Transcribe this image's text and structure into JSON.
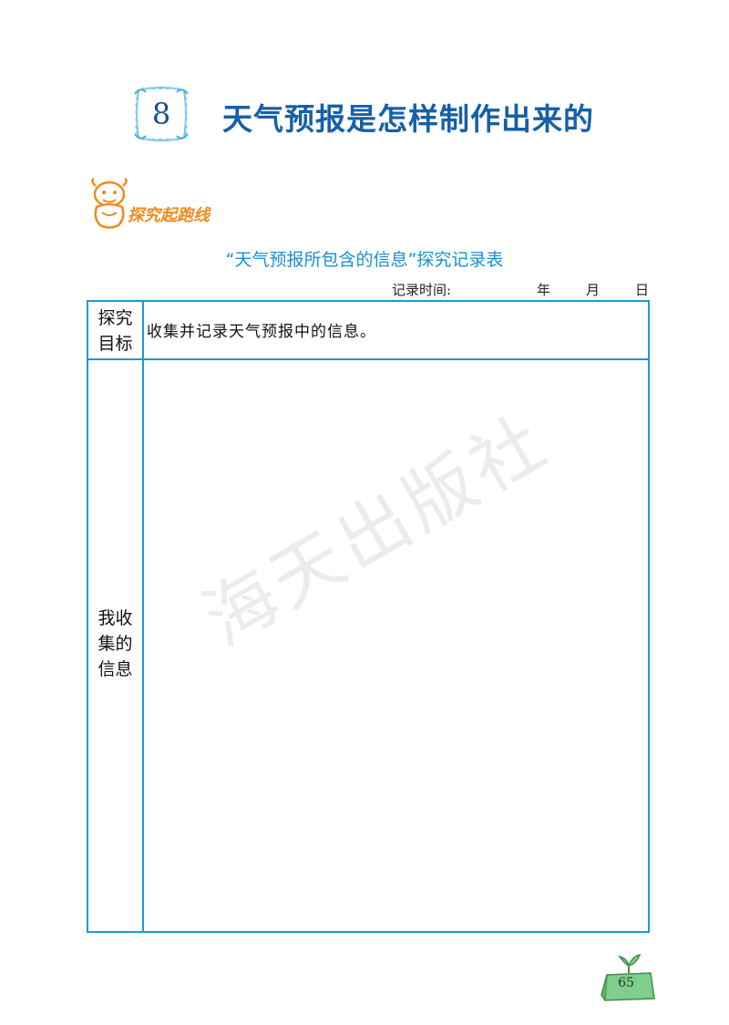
{
  "lesson": {
    "number": "8",
    "title": "天气预报是怎样制作出来的"
  },
  "section": {
    "label": "探究起跑线"
  },
  "table": {
    "caption": "“天气预报所包含的信息”探究记录表",
    "record_time_label": "记录时间:",
    "date_units": {
      "year": "年",
      "month": "月",
      "day": "日"
    },
    "rows": [
      {
        "header_lines": [
          "探究",
          "目标"
        ],
        "content": "收集并记录天气预报中的信息。"
      },
      {
        "header_lines": [
          "我收",
          "集的",
          "信息"
        ],
        "content": ""
      }
    ]
  },
  "watermark": "海天出版社",
  "page_number": "65",
  "colors": {
    "title_blue": "#1660a8",
    "table_border": "#1c9ad6",
    "caption_blue": "#1a8fd0",
    "section_orange": "#f08a1c",
    "page_tag_green": "#7fcf8a"
  }
}
